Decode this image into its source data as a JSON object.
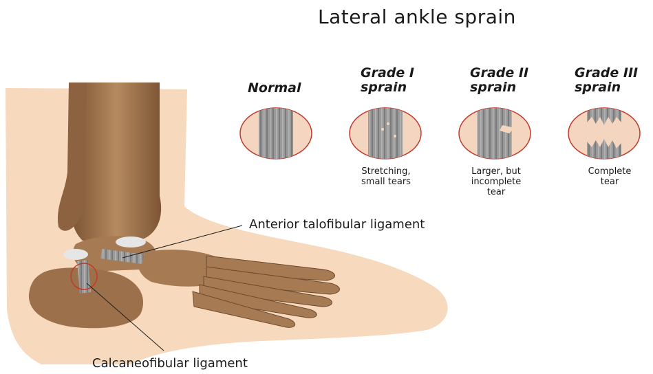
{
  "title": "Lateral ankle sprain",
  "grades": [
    {
      "heading": [
        "Normal"
      ],
      "description": []
    },
    {
      "heading": [
        "Grade I",
        "sprain"
      ],
      "description": [
        "Stretching,",
        "small tears"
      ]
    },
    {
      "heading": [
        "Grade II",
        "sprain"
      ],
      "description": [
        "Larger, but",
        "incomplete",
        "tear"
      ]
    },
    {
      "heading": [
        "Grade III",
        "sprain"
      ],
      "description": [
        "Complete",
        "tear"
      ]
    }
  ],
  "labels": {
    "atfl": "Anterior talofibular ligament",
    "cfl": "Calcaneofibular ligament"
  },
  "colors": {
    "skin": "#f7d9bd",
    "bone": "#a67a52",
    "bone_dark": "#6e4a2c",
    "ligament": "#8f8f8f",
    "circle_outline": "#c0392b",
    "circle_fill": "#f4d6c0"
  }
}
